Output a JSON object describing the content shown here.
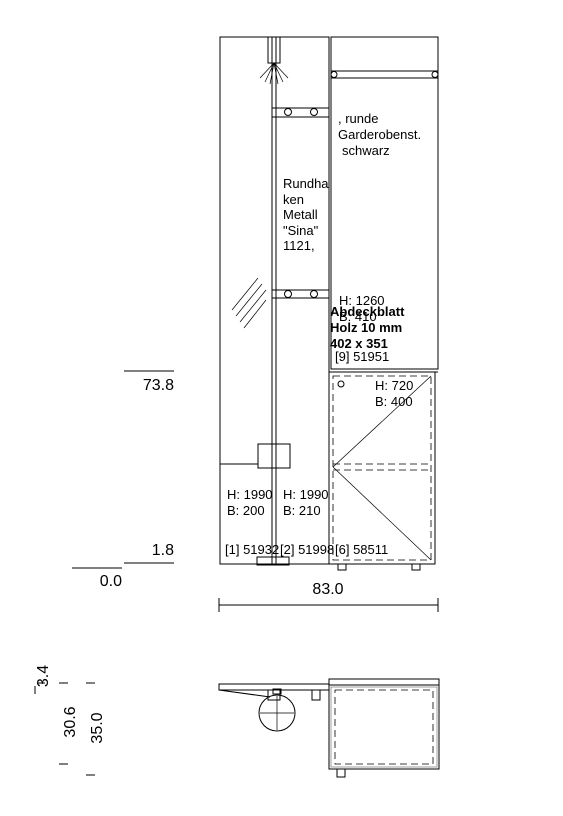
{
  "dimensions": {
    "left": [
      "73.8",
      "1.8",
      "0.0"
    ],
    "width": "83.0",
    "plan_depth": [
      "3.4",
      "30.6",
      "35.0"
    ]
  },
  "labels": {
    "hook_suffix": ", runde",
    "hook_line2": "Garderobenst.",
    "hook_line3": "schwarz",
    "rundhaken": [
      "Rundha",
      "ken",
      "Metall",
      "\"Sina\"",
      "1121,"
    ],
    "panel_h": "H: 1260",
    "panel_b": "B: 410",
    "abdeckblatt": [
      "Abdeckblatt",
      "Holz 10 mm",
      "402 x 351"
    ],
    "panel_code": "[9] 51951",
    "cabinet_h": "H: 720",
    "cabinet_b": "B: 400",
    "mirror_h": "H: 1990",
    "mirror_b": "B: 200",
    "pole_h": "H: 1990",
    "pole_b": "B: 210",
    "code1": "[1] 51932",
    "code2": "[2] 51998",
    "code3": "[6] 58511"
  }
}
